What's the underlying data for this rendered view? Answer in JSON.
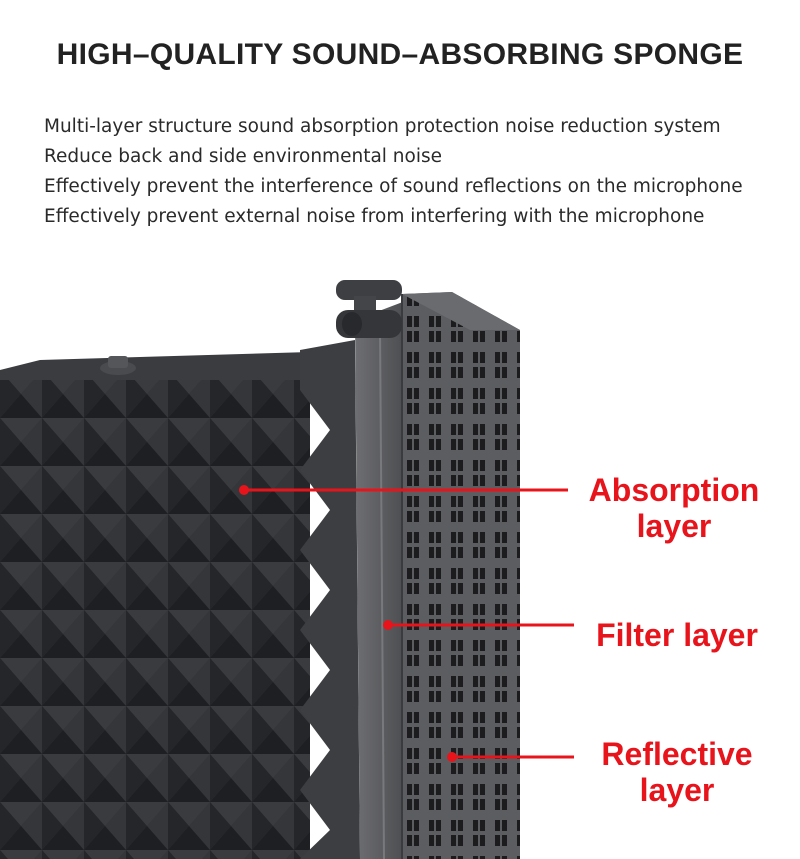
{
  "headline": "HIGH–QUALITY SOUND–ABSORBING SPONGE",
  "features": [
    "Multi-layer structure sound absorption protection noise reduction system",
    "Reduce back and side environmental noise",
    "Effectively prevent the interference of sound reflections on the microphone",
    "Effectively prevent external noise from interfering with the microphone"
  ],
  "callouts": {
    "absorption": {
      "line1": "Absorption",
      "line2": "layer"
    },
    "filter": {
      "line1": "Filter layer"
    },
    "reflective": {
      "line1": "Reflective",
      "line2": "layer"
    }
  },
  "colors": {
    "callout": "#e8141c",
    "foam": "#2f3033",
    "panel": "#5a5b5e"
  }
}
